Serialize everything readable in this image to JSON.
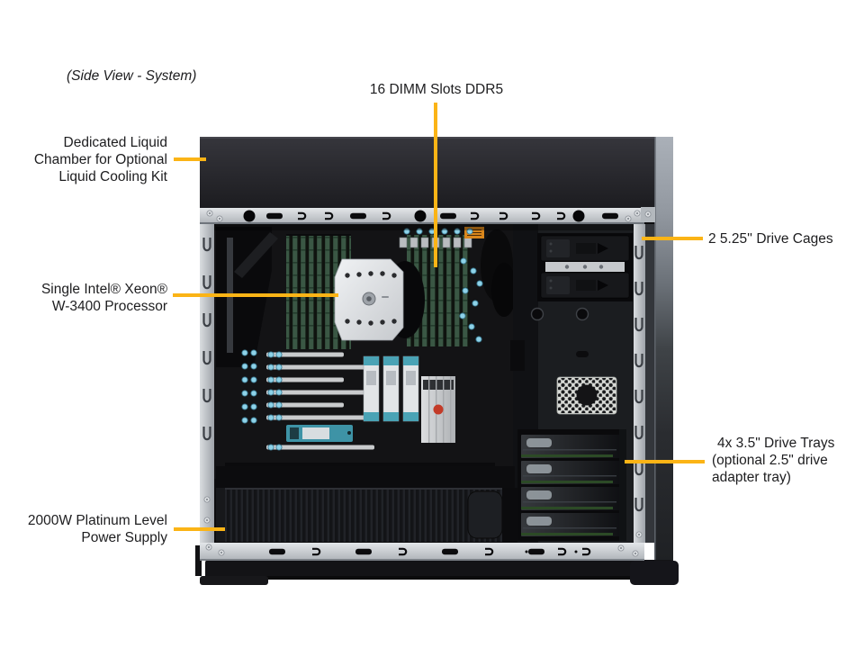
{
  "colors": {
    "accent": "#FBB416",
    "background": "#FFFFFF",
    "label_text": "#1D1D1F"
  },
  "labels": {
    "side_view": "(Side View - System)",
    "dimm": "16 DIMM Slots DDR5",
    "liquid_chamber": [
      "Dedicated Liquid",
      "Chamber for Optional",
      "Liquid Cooling Kit"
    ],
    "cpu": [
      "Single Intel® Xeon®",
      "W-3400 Processor"
    ],
    "drive_cages": "2 5.25'' Drive Cages",
    "drive_trays": [
      "4x 3.5\" Drive Trays",
      "(optional 2.5\" drive",
      "adapter tray)"
    ],
    "power_supply": [
      "2000W Platinum Level",
      "Power Supply"
    ]
  }
}
